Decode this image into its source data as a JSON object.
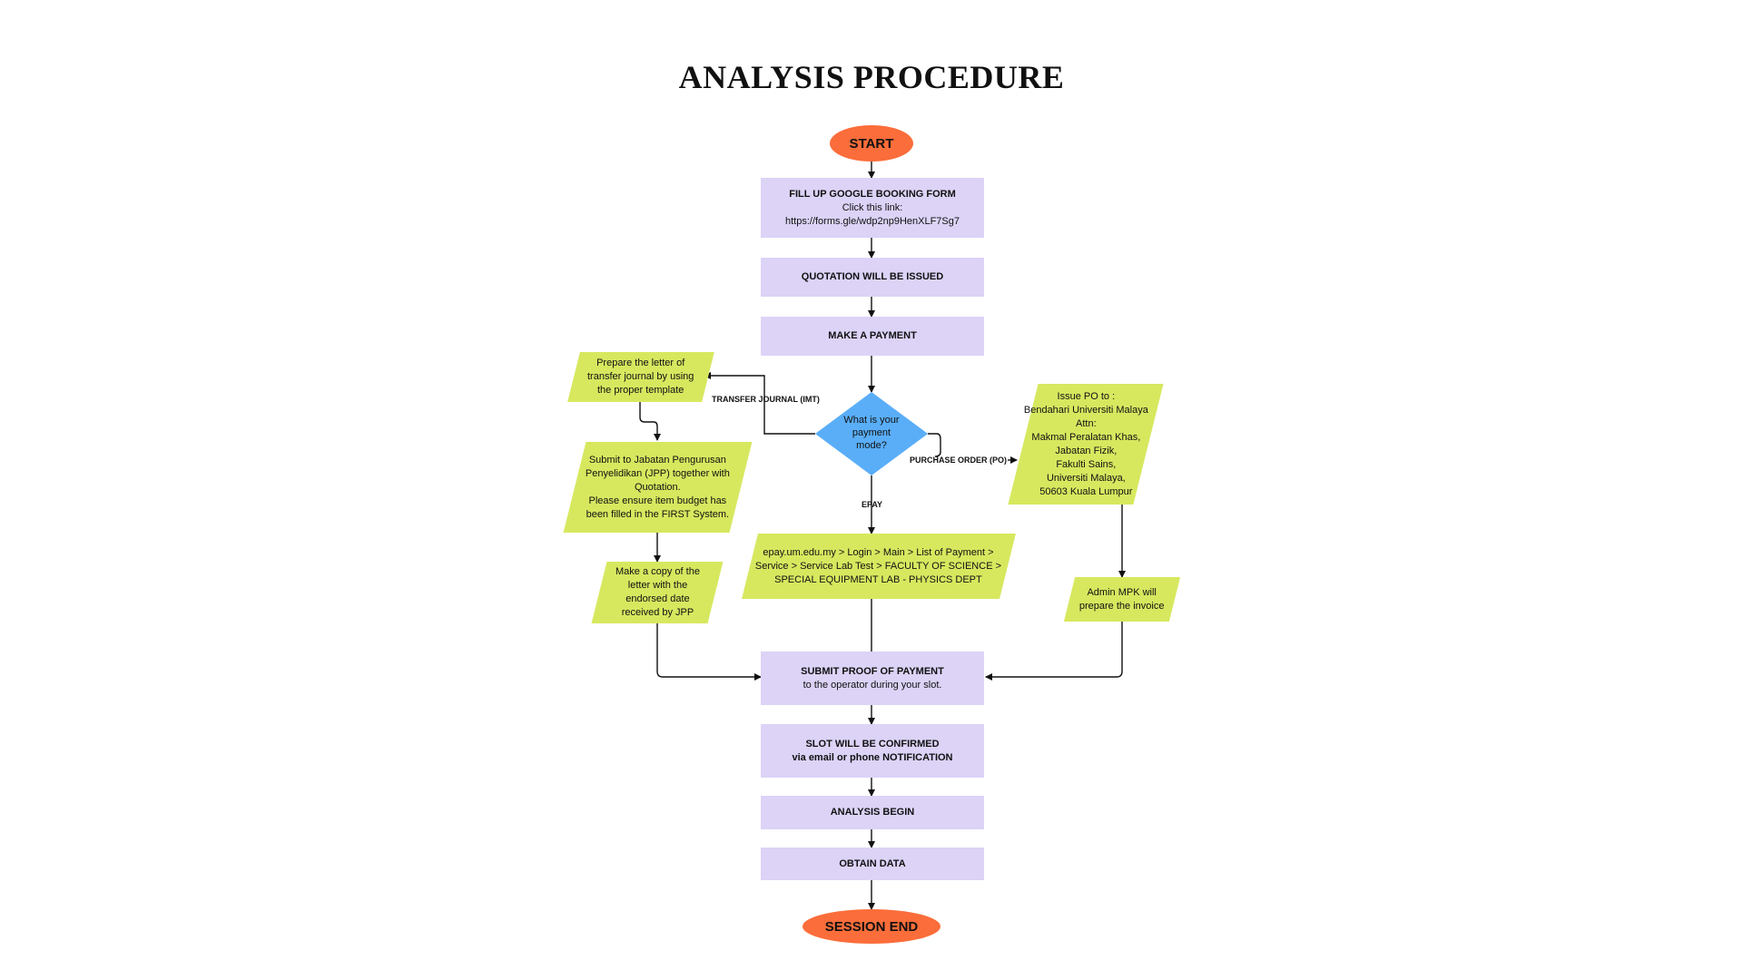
{
  "title": "ANALYSIS PROCEDURE",
  "start": "START",
  "end": "SESSION END",
  "booking": {
    "heading": "FILL UP GOOGLE BOOKING FORM",
    "line1": "Click this link:",
    "link": "https://forms.gle/wdp2np9HenXLF7Sg7"
  },
  "quotation": "QUOTATION WILL BE ISSUED",
  "payment": "MAKE A PAYMENT",
  "decision": [
    "What is your",
    "payment",
    "mode?"
  ],
  "labels": {
    "transfer": "TRANSFER JOURNAL (IMT)",
    "purchase": "PURCHASE ORDER (PO)",
    "epay": "EPAY"
  },
  "transfer_steps": {
    "prepare": [
      "Prepare the letter of",
      "transfer journal by using",
      "the proper template"
    ],
    "submit": [
      "Submit to Jabatan Pengurusan",
      "Penyelidikan (JPP) together with",
      "Quotation.",
      "Please ensure item budget has",
      "been filled in the FIRST System."
    ],
    "copy": [
      "Make a copy of the",
      "letter with the",
      "endorsed date",
      "received by JPP"
    ]
  },
  "epay_step": [
    "epay.um.edu.my > Login > Main > List of Payment >",
    "Service > Service Lab Test > FACULTY OF SCIENCE >",
    "SPECIAL EQUIPMENT LAB - PHYSICS DEPT"
  ],
  "po_steps": {
    "issue": [
      "Issue PO to :",
      "Bendahari Universiti Malaya",
      "Attn:",
      "Makmal Peralatan Khas,",
      "Jabatan Fizik,",
      "Fakulti Sains,",
      "Universiti Malaya,",
      "50603 Kuala Lumpur"
    ],
    "invoice": [
      "Admin MPK will",
      "prepare the invoice"
    ]
  },
  "proof": {
    "heading": "SUBMIT PROOF OF PAYMENT",
    "line": "to the operator during your slot."
  },
  "slot": {
    "heading": "SLOT WILL BE CONFIRMED",
    "line": "via email or phone NOTIFICATION"
  },
  "analysis": "ANALYSIS BEGIN",
  "obtain": "OBTAIN DATA",
  "colors": {
    "purple": "#dcd3f7",
    "green": "#d7e85f",
    "orange": "#fb6d3a",
    "blue": "#5aaef8"
  }
}
